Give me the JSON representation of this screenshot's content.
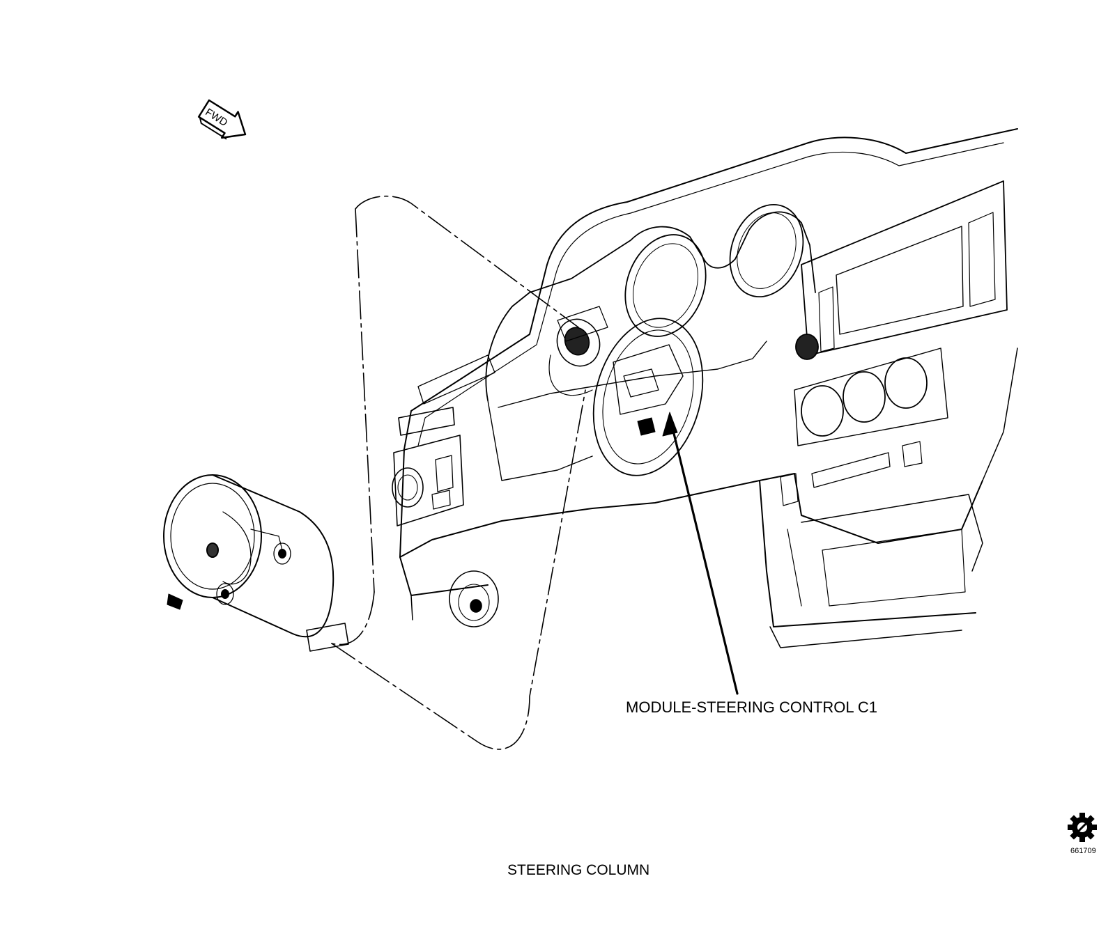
{
  "diagram": {
    "fwd_label": "FWD",
    "callout_label": "MODULE-STEERING CONTROL C1",
    "title": "STEERING COLUMN",
    "figure_code": "661709"
  }
}
